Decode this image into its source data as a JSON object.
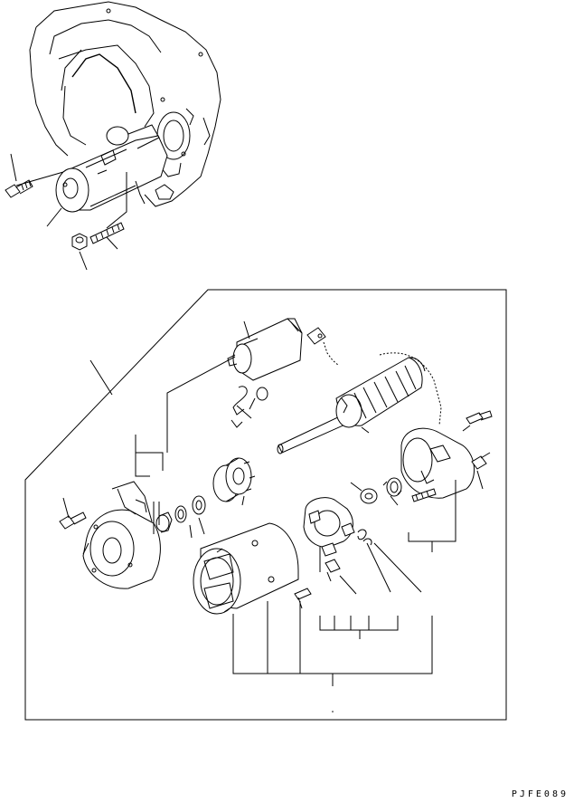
{
  "diagram": {
    "drawing_code": "PJFE089",
    "groups": [
      "engine-mount-view",
      "starter-exploded-view"
    ],
    "icons": [
      "flywheel-housing-icon",
      "starter-motor-icon",
      "bolt-icon",
      "stud-icon",
      "nut-icon",
      "solenoid-icon",
      "armature-icon",
      "pinion-gear-icon",
      "yoke-icon",
      "rear-cover-icon",
      "brush-holder-icon",
      "washer-icon",
      "bushing-icon",
      "front-housing-icon"
    ]
  }
}
